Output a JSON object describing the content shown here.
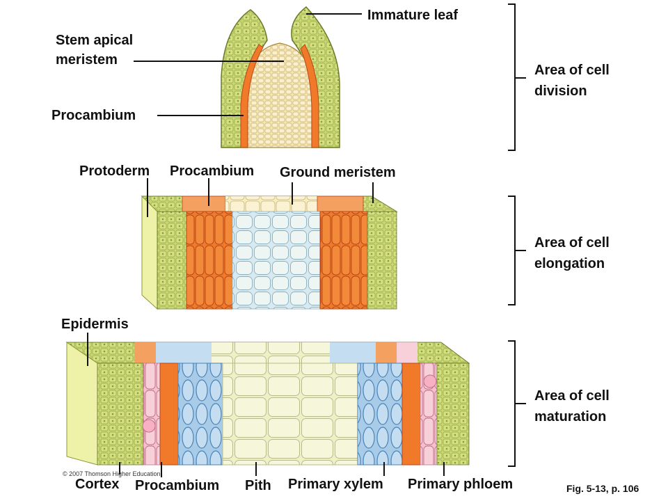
{
  "labels": {
    "immature_leaf": "Immature leaf",
    "stem_apical_line1": "Stem apical",
    "stem_apical_line2": "meristem",
    "procambium_top": "Procambium",
    "protoderm": "Protoderm",
    "procambium_mid": "Procambium",
    "ground_meristem": "Ground meristem",
    "epidermis": "Epidermis",
    "cortex": "Cortex",
    "procambium_bottom": "Procambium",
    "pith": "Pith",
    "primary_xylem": "Primary xylem",
    "primary_phloem": "Primary phloem"
  },
  "zones": {
    "division_line1": "Area of cell",
    "division_line2": "division",
    "elongation_line1": "Area of cell",
    "elongation_line2": "elongation",
    "maturation_line1": "Area of cell",
    "maturation_line2": "maturation"
  },
  "caption": "Fig. 5-13, p. 106",
  "copyright": "© 2007 Thomson Higher Education",
  "colors": {
    "tissue_green": "#c8d870",
    "epidermis_yellow": "#eef2a8",
    "procambium_orange": "#f07a2a",
    "procambium_dark": "#c8501c",
    "ground_cream": "#f6ecc0",
    "pith_pale": "#eef0c8",
    "xylem_blue": "#a8cce8",
    "phloem_pink": "#f4c0cc"
  }
}
